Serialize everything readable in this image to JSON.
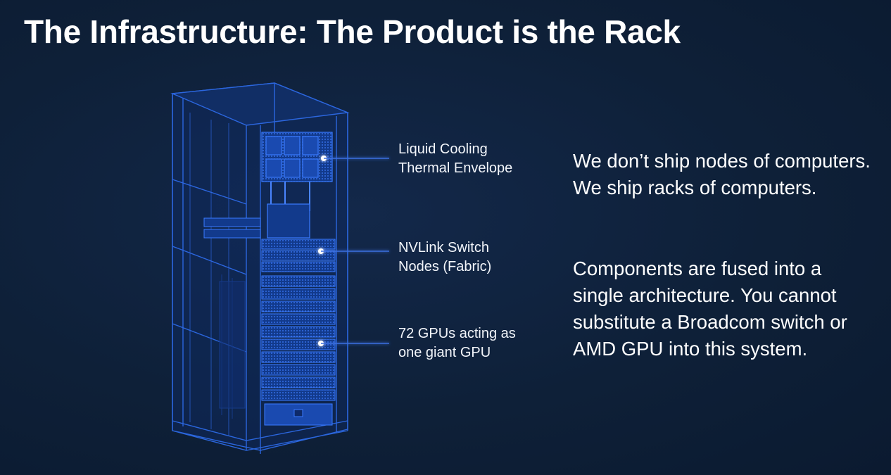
{
  "slide": {
    "title": "The Infrastructure: The Product is the Rack"
  },
  "callouts": [
    {
      "line1": "Liquid Cooling",
      "line2": "Thermal Envelope"
    },
    {
      "line1": "NVLink Switch",
      "line2": "Nodes (Fabric)"
    },
    {
      "line1": "72 GPUs acting as",
      "line2": "one giant GPU"
    }
  ],
  "body": {
    "paragraph1": "We don’t ship nodes of computers. We ship racks of computers.",
    "paragraph2": "Components are fused into a single architecture. You cannot substitute a Broadcom switch or AMD GPU into this system."
  },
  "colors": {
    "background": "#0e2038",
    "wireframe": "#2f6ef0",
    "leader_line": "#3a6fe0",
    "text": "#ffffff"
  }
}
